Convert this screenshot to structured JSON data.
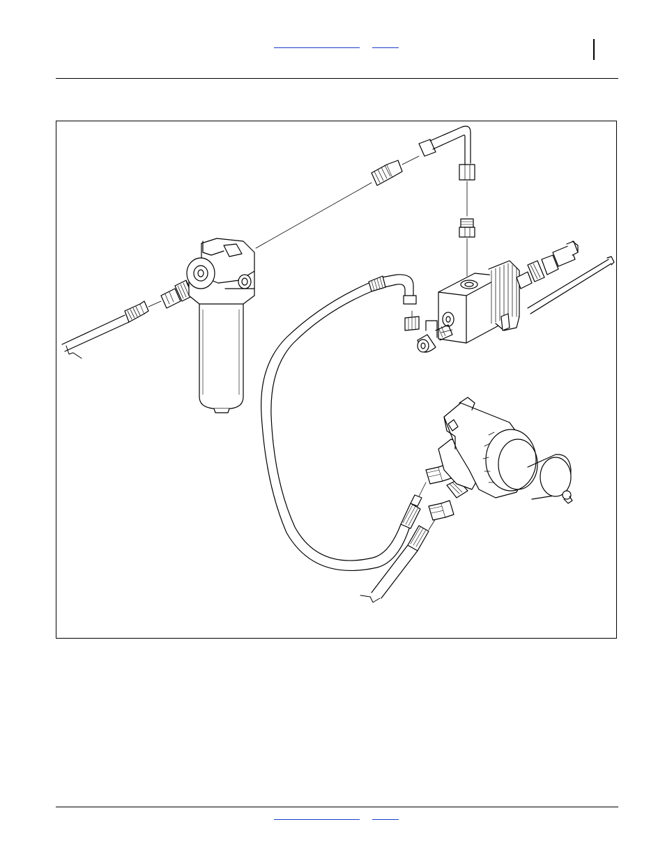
{
  "header": {
    "links": [
      {
        "name": "header-link-manual",
        "color": "#1a3cc8"
      },
      {
        "name": "header-link-page",
        "color": "#1a3cc8"
      }
    ],
    "change_bar": true
  },
  "figure": {
    "description_icon": "hydraulic-plumbing-illustration",
    "parts": [
      "hydraulic-filter-icon",
      "filter-inlet-fitting-icon",
      "filter-outlet-fitting-icon",
      "steel-tube-line-icon",
      "tube-nut-fitting-icon",
      "control-valve-block-icon",
      "solenoid-cartridge-icon",
      "elbow-fitting-icon",
      "pressure-hose-icon",
      "hydraulic-motor-icon",
      "motor-port-fittings-icon",
      "supply-hose-icon",
      "return-hose-icon"
    ]
  },
  "footer": {
    "links": [
      {
        "name": "footer-link-manual",
        "color": "#1a3cc8"
      },
      {
        "name": "footer-link-page",
        "color": "#1a3cc8"
      }
    ]
  }
}
